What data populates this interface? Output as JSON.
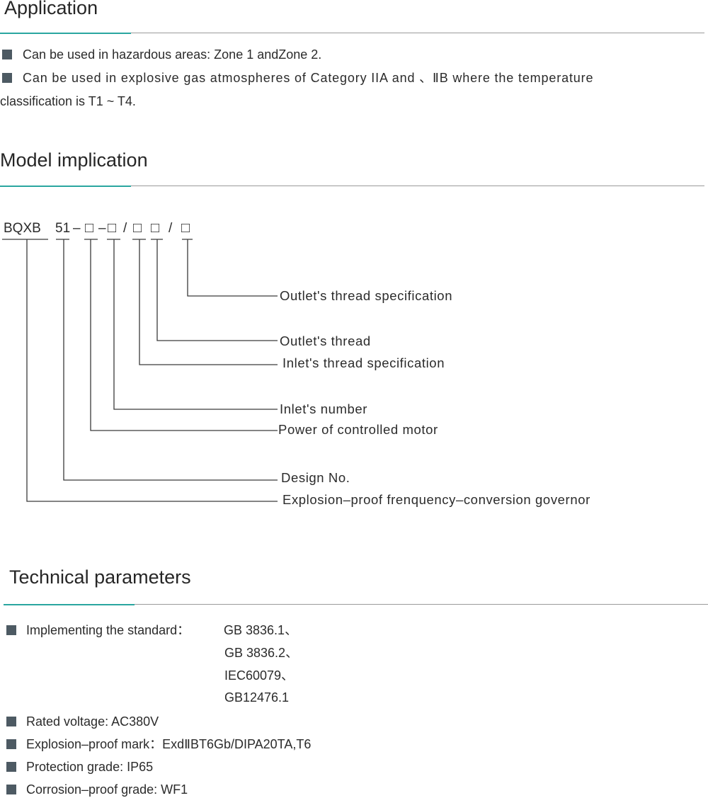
{
  "colors": {
    "accent": "#2aa6a0",
    "bullet": "#4d5a63",
    "rule": "#9a9a9a"
  },
  "application": {
    "title": "Application",
    "items": [
      "Can be used in hazardous areas: Zone 1 andZone 2.",
      "Can be used in explosive gas atmospheres of Category  IIA and 、ⅡB  where the temperature"
    ],
    "continuation": "classification is T1 ~ T4."
  },
  "model": {
    "title": "Model implication",
    "code": {
      "prefix": "BQXB",
      "num": "51",
      "dash1": "–",
      "box1": "□",
      "dash2": "–",
      "box2": "□",
      "slash1": "/",
      "box3": "□",
      "box4": "□",
      "slash2": "/",
      "box5": "□"
    },
    "labels": {
      "outlet_thread_spec": "Outlet's thread specification",
      "outlet_thread": "Outlet's thread",
      "inlet_thread_spec": "Inlet's thread specification",
      "inlet_number": "Inlet's number",
      "motor_power": "Power of controlled motor",
      "design_no": "Design No.",
      "governor": "Explosion–proof frenquency–conversion governor"
    }
  },
  "technical": {
    "title": "Technical parameters",
    "standard_label": "Implementing the standard：",
    "standards": [
      "GB 3836.1、",
      "GB 3836.2、",
      "IEC60079、",
      "GB12476.1"
    ],
    "params": [
      "Rated voltage: AC380V",
      "Explosion–proof mark：ExdⅡBT6Gb/DIPA20TA,T6",
      "Protection grade: IP65",
      "Corrosion–proof grade: WF1"
    ]
  }
}
